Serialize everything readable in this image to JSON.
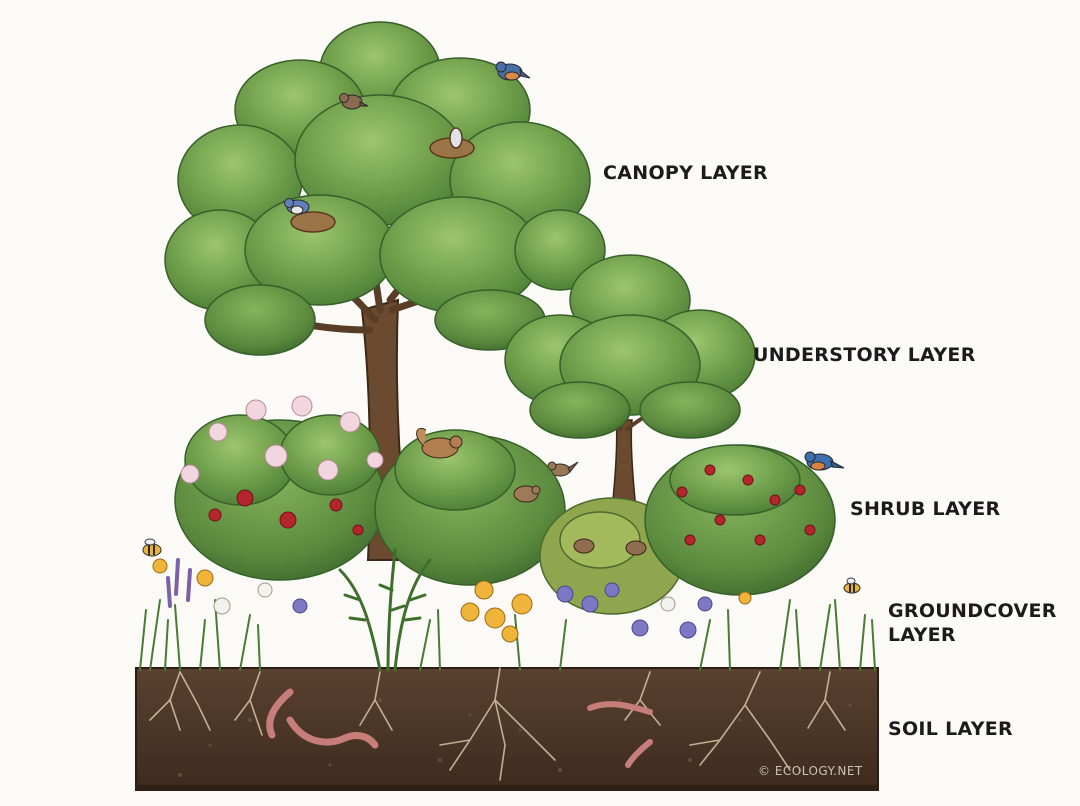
{
  "diagram": {
    "layers": [
      {
        "id": "canopy",
        "label": "CANOPY LAYER"
      },
      {
        "id": "understory",
        "label": "UNDERSTORY LAYER"
      },
      {
        "id": "shrub",
        "label": "SHRUB LAYER"
      },
      {
        "id": "groundcover",
        "label": "GROUNDCOVER\nLAYER"
      },
      {
        "id": "soil",
        "label": "SOIL LAYER"
      }
    ],
    "credit": "© ECOLOGY.NET"
  },
  "colors": {
    "background": "#fbfaf6",
    "leaf_dark": "#4e7f37",
    "leaf_mid": "#6a9a48",
    "leaf_light": "#8db863",
    "bark": "#6b4a2f",
    "soil": "#4a3423",
    "berry": "#b3262c",
    "flower_pink": "#f1d5df",
    "flower_yellow": "#f0b43a",
    "flower_violet": "#7c78c4"
  },
  "icons": {
    "birds": "bird-icon",
    "nests": "nest-icon",
    "squirrel": "squirrel-icon",
    "mouse": "mouse-icon",
    "bees": "bee-icon",
    "worms": "earthworm-icon"
  }
}
